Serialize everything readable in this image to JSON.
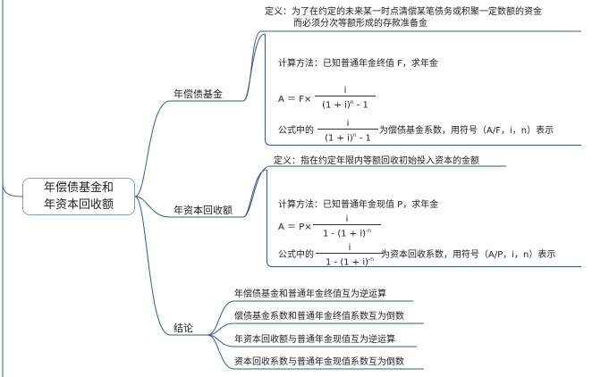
{
  "root": {
    "line1": "年偿债基金和",
    "line2": "年资本回收额"
  },
  "branches": [
    {
      "label": "年偿债基金"
    },
    {
      "label": "年资本回收额"
    },
    {
      "label": "结论"
    }
  ],
  "sinking_fund": {
    "definition_line1": "定义：为了在约定的未来某一时点清偿某笔债务或积聚一定数额的资金",
    "definition_line2": "而必须分次等额形成的存款准备金",
    "method": "计算方法：已知普通年金终值 F，求年金",
    "formula_lhs": "A ＝ F×",
    "formula_num": "i",
    "formula_den": "(1 + i)",
    "formula_den_exp": "n",
    "formula_den_tail": " - 1",
    "note_prefix": "公式中的",
    "note_num": "i",
    "note_den": "(1 + i)",
    "note_den_exp": "n",
    "note_den_tail": " - 1",
    "note_suffix": "为偿债基金系数，用符号（A/F，i，n）表示"
  },
  "capital_recovery": {
    "definition": "定义：指在约定年限内等额回收初始投入资本的金额",
    "method": "计算方法：已知普通年金现值 P，求年金",
    "formula_lhs": "A ＝ P×",
    "formula_num": "i",
    "formula_den": "1 -  (1 + i)",
    "formula_den_exp": "-n",
    "note_prefix": "公式中的",
    "note_num": "i",
    "note_den": "1 -  (1 + i)",
    "note_den_exp": "-n",
    "note_suffix": "为资本回收系数，用符号（A/P，i，n）表示"
  },
  "conclusions": [
    "年偿债基金和普通年金终值互为逆运算",
    "偿债基金系数和普通年金终值系数互为倒数",
    "年资本回收额与普通年金现值互为逆运算",
    "资本回收系数与普通年金现值系数互为倒数"
  ],
  "colors": {
    "line": "#3a5a8a",
    "root_border": "#7f9db9"
  }
}
